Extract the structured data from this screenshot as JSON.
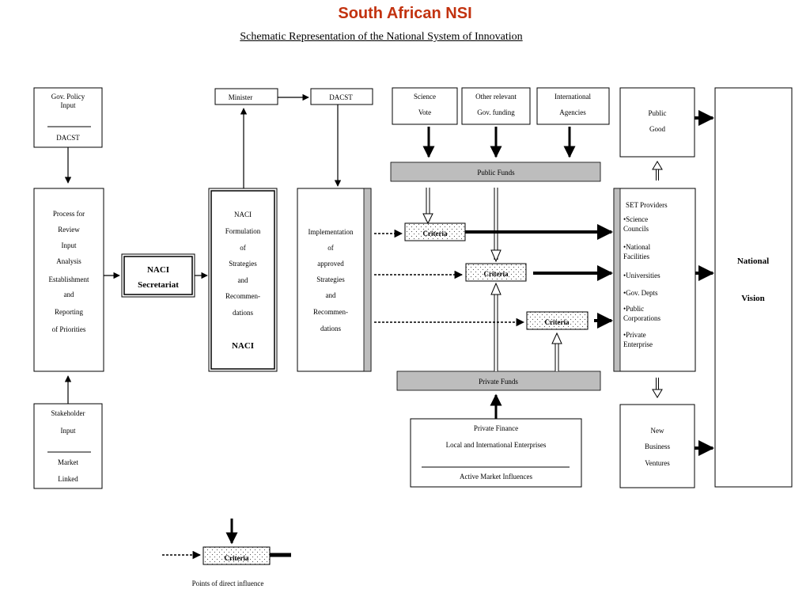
{
  "title": "South African NSI",
  "subtitle": "Schematic Representation of the National System of Innovation",
  "colors": {
    "title": "#c2320f",
    "gray_bar": "#bdbdbd"
  },
  "nodes": {
    "gov_policy": {
      "line1": "Gov. Policy",
      "line2": "Input",
      "line3": "DACST"
    },
    "review": {
      "lines": [
        "Process for",
        "Review",
        "Input",
        "Analysis",
        "Establishment",
        "and",
        "Reporting",
        "of Priorities"
      ]
    },
    "stakeholder": {
      "line1": "Stakeholder",
      "line2": "Input",
      "line3": "Market",
      "line4": "Linked"
    },
    "naci_secretariat": {
      "line1": "NACI",
      "line2": "Secretariat"
    },
    "minister": "Minister",
    "dacst": "DACST",
    "naci_formulation": {
      "lines": [
        "NACI",
        "Formulation",
        "of",
        "Strategies",
        "and",
        "Recommen-",
        "dations"
      ],
      "footer": "NACI"
    },
    "implementation": {
      "lines": [
        "Implementation",
        "of",
        "approved",
        "Strategies",
        "and",
        "Recommen-",
        "dations"
      ]
    },
    "science_vote": {
      "line1": "Science",
      "line2": "Vote"
    },
    "other_funding": {
      "line1": "Other relevant",
      "line2": "Gov. funding"
    },
    "international": {
      "line1": "International",
      "line2": "Agencies"
    },
    "public_funds": "Public Funds",
    "private_funds": "Private Funds",
    "criteria": "Criteria",
    "private_finance": {
      "line1": "Private Finance",
      "line2": "Local and International Enterprises",
      "line3": "Active Market Influences"
    },
    "public_good": {
      "line1": "Public",
      "line2": "Good"
    },
    "set_providers": {
      "lines": [
        "SET  Providers",
        "•Science",
        "Councils",
        "•National",
        "Facilities",
        "•Universities",
        "•Gov. Depts",
        "•Public",
        "Corporations",
        "•Private",
        "Enterprise"
      ]
    },
    "new_business": {
      "line1": "New",
      "line2": "Business",
      "line3": "Ventures"
    },
    "national_vision": {
      "line1": "National",
      "line2": "Vision"
    }
  },
  "legend": {
    "criteria": "Criteria",
    "caption": "Points of direct influence"
  }
}
